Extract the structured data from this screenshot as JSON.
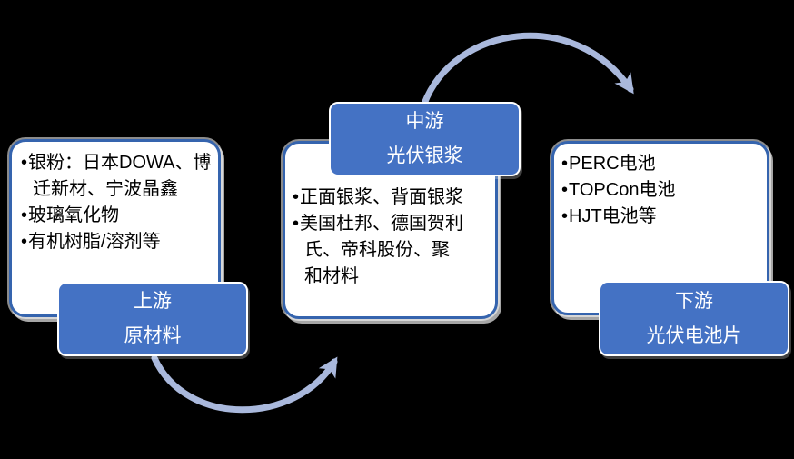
{
  "diagram": {
    "description": "PV silver paste industry chain flow diagram",
    "background_color": "#000000",
    "colors": {
      "label_fill": "#4472C4",
      "label_text": "#FFFFFF",
      "box_fill": "#FFFFFF",
      "box_border": "#3564AE",
      "body_text": "#000000",
      "arrow": "#A9B8DC"
    },
    "stages": [
      {
        "id": "upstream",
        "label_line1": "上游",
        "label_line2": "原材料",
        "items": [
          "银粉：日本DOWA、博迁新材、宁波晶鑫",
          "玻璃氧化物",
          "有机树脂/溶剂等"
        ]
      },
      {
        "id": "midstream",
        "label_line1": "中游",
        "label_line2": "光伏银浆",
        "items": [
          "正面银浆、背面银浆",
          "美国杜邦、德国贺利氏、帝科股份、聚和材料"
        ]
      },
      {
        "id": "downstream",
        "label_line1": "下游",
        "label_line2": "光伏电池片",
        "items": [
          "PERC电池",
          "TOPCon电池",
          "HJT电池等"
        ]
      }
    ],
    "arrows": [
      {
        "id": "upstream-to-midstream",
        "from": "上游",
        "to": "中游"
      },
      {
        "id": "midstream-to-downstream",
        "from": "中游",
        "to": "下游"
      }
    ]
  }
}
